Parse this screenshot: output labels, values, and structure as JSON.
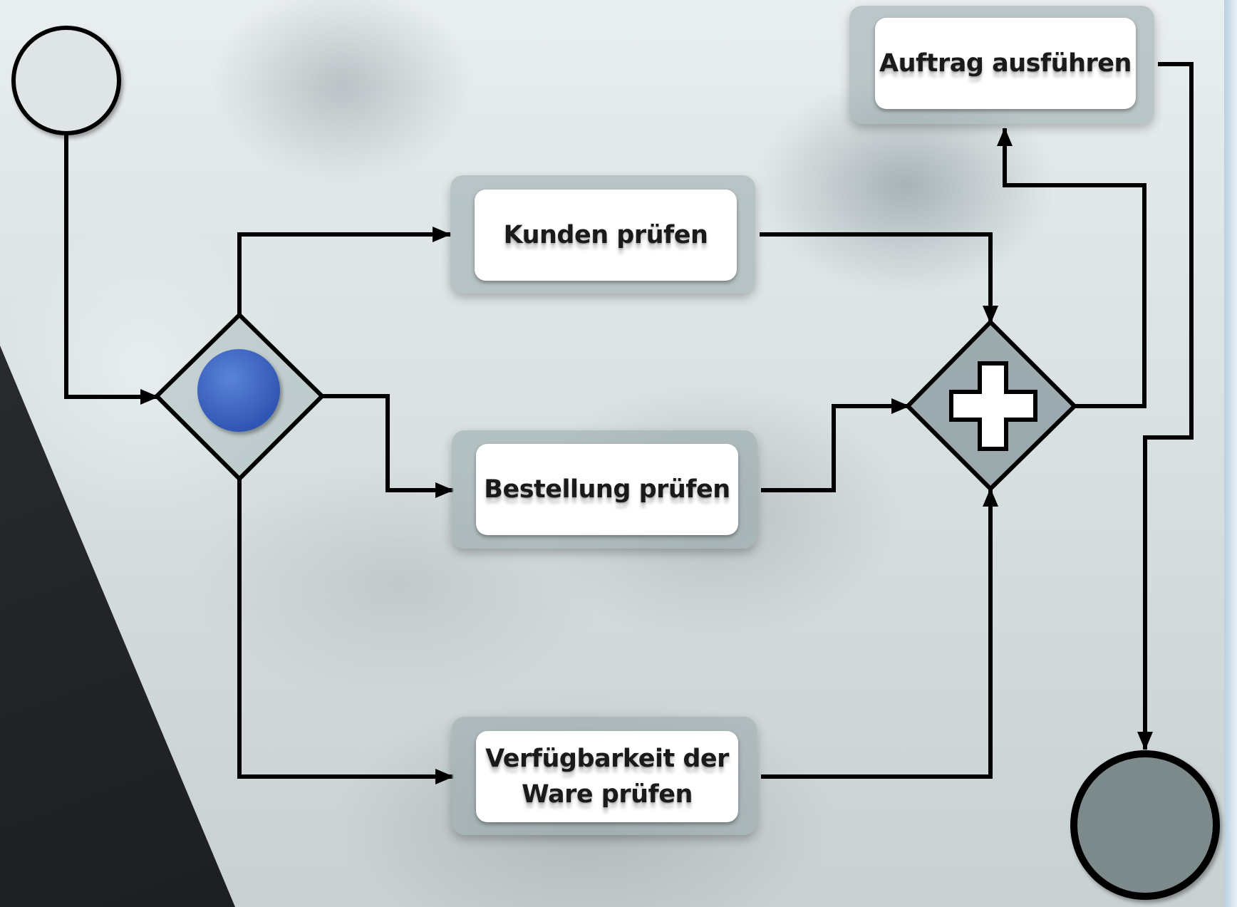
{
  "diagram": {
    "tasks": {
      "check_customer": "Kunden prüfen",
      "check_order": "Bestellung prüfen",
      "check_availability": "Verfügbarkeit der\nWare prüfen",
      "execute_order": "Auftrag ausführen"
    },
    "colors": {
      "start_event_fill": "#dfe4e6",
      "end_event_fill": "#7d8a8b",
      "inclusive_marker": "#3d63c2",
      "parallel_gateway_fill": "#9aa9ad",
      "flow_line": "#000000"
    },
    "icons": {
      "inclusive_gateway": "circle-marker-icon",
      "parallel_gateway": "plus-marker-icon"
    }
  }
}
